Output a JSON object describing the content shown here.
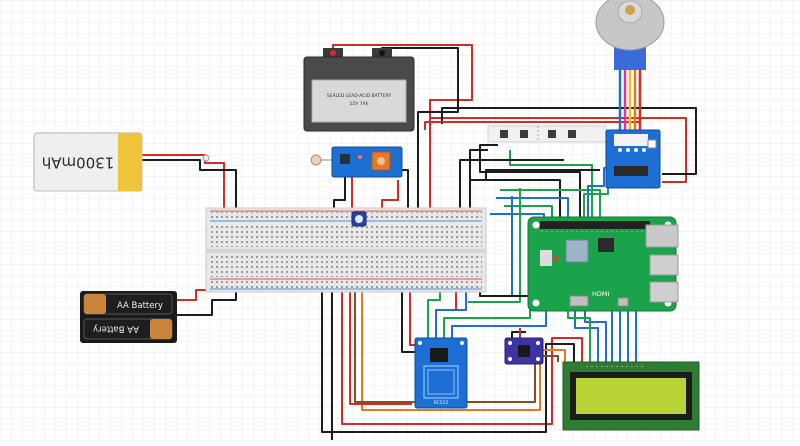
{
  "components": {
    "lipo_battery": {
      "label": "1300mAh"
    },
    "sla_battery": {
      "label": "SEALED LEAD-ACID BATTERY",
      "sublabel": "12V 7Ah"
    },
    "aa_pack": {
      "label_top": "AA Battery",
      "label_bottom": "AA Battery"
    },
    "raspberry_pi": {
      "hdmi_label": "HDMI"
    },
    "rfid": {
      "label": "RC522"
    },
    "lcd": {
      "label": ""
    },
    "stepper_motor": {
      "label": ""
    }
  },
  "colors": {
    "red": "#d62a24",
    "black": "#1c1c1c",
    "blue": "#1f6fd1",
    "green": "#1aa34a",
    "orange": "#e07a21",
    "brown": "#8a4b1f",
    "yellow": "#e8c020",
    "pink": "#e5338f",
    "grid": "#e4ebf2"
  }
}
